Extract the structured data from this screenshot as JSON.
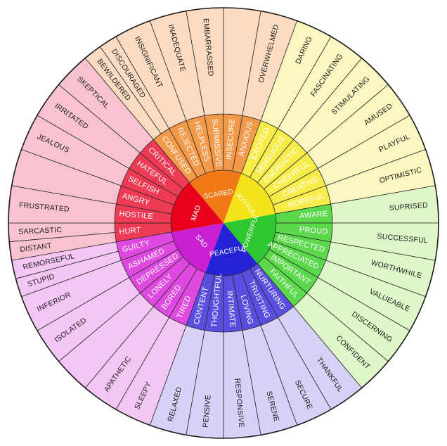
{
  "wheel": {
    "families": [
      {
        "core": "MAD",
        "colors": {
          "core": "#e8001c",
          "mid": "#ee3a55",
          "outer": "#f8c3cf"
        },
        "words": [
          {
            "mid": "HURT",
            "outer": [
              "DISTANT",
              "SARCASTIC"
            ]
          },
          {
            "mid": "HOSTILE",
            "outer": [
              "FRUSTRATED"
            ]
          },
          {
            "mid": "ANGRY",
            "outer": []
          },
          {
            "mid": "SELFISH",
            "outer": [
              "JEALOUS"
            ]
          },
          {
            "mid": "HATEFUL",
            "outer": [
              "IRRITATED"
            ]
          },
          {
            "mid": "CRITICAL",
            "outer": [
              "SKEPTICAL"
            ]
          }
        ]
      },
      {
        "core": "SCARED",
        "colors": {
          "core": "#f07918",
          "mid": "#f39a4a",
          "outer": "#fbdcc3"
        },
        "words": [
          {
            "mid": "CONFUSED",
            "outer": [
              "BEWILDERED",
              "DISCOURAGED"
            ]
          },
          {
            "mid": "REJECTED",
            "outer": [
              "INSIGNIFICANT"
            ]
          },
          {
            "mid": "HELPLESS",
            "outer": [
              "INADEQUATE"
            ]
          },
          {
            "mid": "SUBMISSIVE",
            "outer": [
              "EMBARRASSED"
            ]
          },
          {
            "mid": "INSECURE",
            "outer": []
          },
          {
            "mid": "ANXIOUS",
            "outer": [
              "OVERWHELMED"
            ]
          }
        ]
      },
      {
        "core": "JOYFUL",
        "colors": {
          "core": "#f4e21a",
          "mid": "#f8ec4a",
          "outer": "#fbf7c0"
        },
        "words": [
          {
            "mid": "EXCITED",
            "outer": [
              "DARING"
            ]
          },
          {
            "mid": "SENSUOUS",
            "outer": [
              "FASCINATING"
            ]
          },
          {
            "mid": "ENERGETIC",
            "outer": [
              "STIMULATING"
            ]
          },
          {
            "mid": "CHEERFUL",
            "outer": [
              "AMUSED"
            ]
          },
          {
            "mid": "CREATIVE",
            "outer": [
              "PLAYFUL"
            ]
          },
          {
            "mid": "HOPEFUL",
            "outer": [
              "OPTIMISTIC"
            ]
          }
        ]
      },
      {
        "core": "POWERFUL",
        "colors": {
          "core": "#2fc72f",
          "mid": "#5bd84b",
          "outer": "#dff7c8"
        },
        "words": [
          {
            "mid": "AWARE",
            "outer": [
              "SUPRISED"
            ]
          },
          {
            "mid": "PROUD",
            "outer": [
              "SUCCESSFUL"
            ]
          },
          {
            "mid": "RESPECTED",
            "outer": [
              "WORTHWHILE"
            ]
          },
          {
            "mid": "APPRECIATED",
            "outer": [
              "VALUEABLE"
            ]
          },
          {
            "mid": "IMPORTANT",
            "outer": [
              "DISCERNING"
            ]
          },
          {
            "mid": "FAITHFUL",
            "outer": [
              "CONFIDENT"
            ]
          }
        ]
      },
      {
        "core": "PEACEFUL",
        "colors": {
          "core": "#2424d6",
          "mid": "#5a4ee0",
          "outer": "#d6d2f6"
        },
        "words": [
          {
            "mid": "NURTURING",
            "outer": [
              "THANKFUL"
            ]
          },
          {
            "mid": "TRUSTING",
            "outer": [
              "SECURE"
            ]
          },
          {
            "mid": "LOVING",
            "outer": [
              "SERENE"
            ]
          },
          {
            "mid": "INTIMATE",
            "outer": [
              "RESPONSIVE"
            ]
          },
          {
            "mid": "THOUGHTFUL",
            "outer": [
              "PENSIVE"
            ]
          },
          {
            "mid": "CONTENT",
            "outer": [
              "RELAXED"
            ]
          }
        ]
      },
      {
        "core": "SAD",
        "colors": {
          "core": "#c81fd0",
          "mid": "#de4ae0",
          "outer": "#f4c6f4"
        },
        "words": [
          {
            "mid": "TIRED",
            "outer": [
              "SLEEPY"
            ]
          },
          {
            "mid": "BORED",
            "outer": [
              "APATHETIC"
            ]
          },
          {
            "mid": "LONELY",
            "outer": []
          },
          {
            "mid": "DEPRESSED",
            "outer": [
              "ISOLATED"
            ]
          },
          {
            "mid": "ASHAMED",
            "outer": [
              "INFERIOR"
            ]
          },
          {
            "mid": "GUILTY",
            "outer": [
              "STUPID",
              "REMORSEFUL"
            ]
          }
        ]
      }
    ]
  }
}
